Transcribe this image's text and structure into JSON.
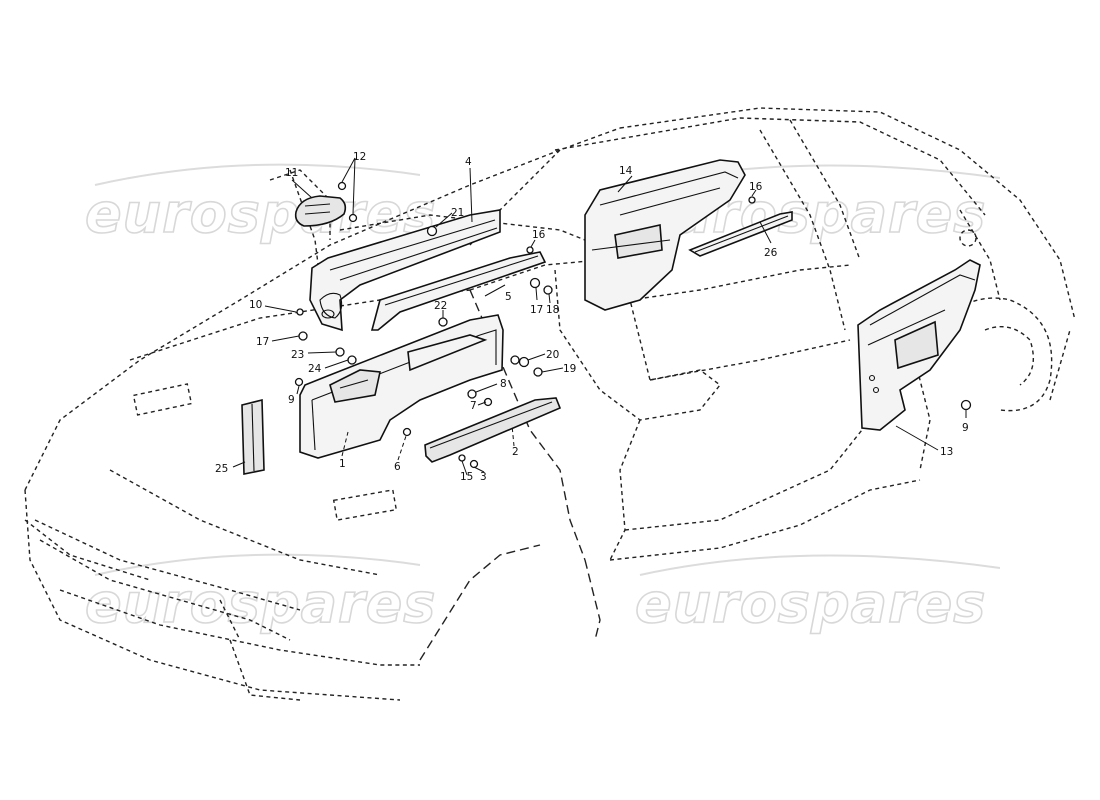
{
  "watermark": {
    "text": "eurospares"
  },
  "callouts": {
    "c1": "1",
    "c2": "2",
    "c3": "3",
    "c4": "4",
    "c5": "5",
    "c6": "6",
    "c7": "7",
    "c8": "8",
    "c9a": "9",
    "c9b": "9",
    "c10": "10",
    "c11": "11",
    "c12": "12",
    "c13": "13",
    "c14": "14",
    "c15": "15",
    "c16a": "16",
    "c16b": "16",
    "c17a": "17",
    "c17b": "17",
    "c18": "18",
    "c19": "19",
    "c20": "20",
    "c21": "21",
    "c22": "22",
    "c23": "23",
    "c24": "24",
    "c25": "25",
    "c26": "26"
  }
}
